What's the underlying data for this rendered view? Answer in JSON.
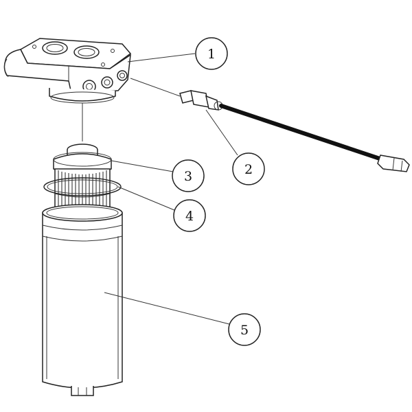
{
  "callouts": [
    {
      "id": "1",
      "label": "1"
    },
    {
      "id": "2",
      "label": "2"
    },
    {
      "id": "3",
      "label": "3"
    },
    {
      "id": "4",
      "label": "4"
    },
    {
      "id": "5",
      "label": "5"
    }
  ],
  "colors": {
    "line": "#222222",
    "background": "#ffffff",
    "cable": "#111111"
  }
}
